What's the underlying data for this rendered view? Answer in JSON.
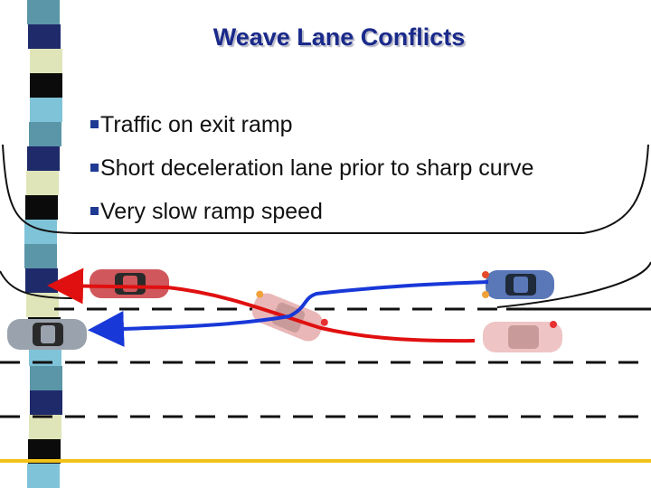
{
  "slide": {
    "title": "Weave Lane Conflicts",
    "bullets": [
      {
        "text": "Traffic on exit ramp"
      },
      {
        "text": "Short deceleration lane prior to sharp curve"
      },
      {
        "text": "Very slow ramp speed"
      }
    ]
  },
  "colors": {
    "title": "#1a2a8a",
    "bullet_marker": "#1f3a93",
    "red_path": "#e01010",
    "blue_path": "#1838d8",
    "road_line": "#111111",
    "edge_line": "#f2c21a",
    "car_red": "#d0585c",
    "car_blue": "#5a78b8",
    "car_silver": "#9aa3ad",
    "car_pink": "#e9b7b7"
  },
  "decor": {
    "left_strip_colors": [
      "#5b96a8",
      "#1f2a6b",
      "#dfe5b8",
      "#0b0b0b",
      "#7fc3d8"
    ]
  }
}
